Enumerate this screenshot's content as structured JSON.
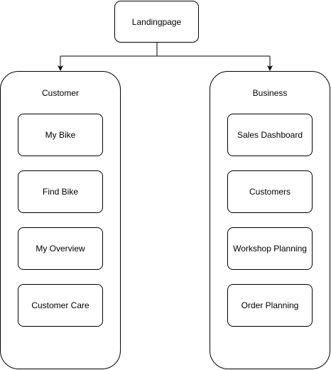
{
  "diagram": {
    "root": {
      "label": "Landingpage"
    },
    "groups": [
      {
        "title": "Customer",
        "items": [
          "My Bike",
          "Find Bike",
          "My Overview",
          "Customer Care"
        ]
      },
      {
        "title": "Business",
        "items": [
          "Sales Dashboard",
          "Customers",
          "Workshop Planning",
          "Order Planning"
        ]
      }
    ]
  },
  "colors": {
    "stroke": "#000000",
    "fill": "#ffffff"
  }
}
